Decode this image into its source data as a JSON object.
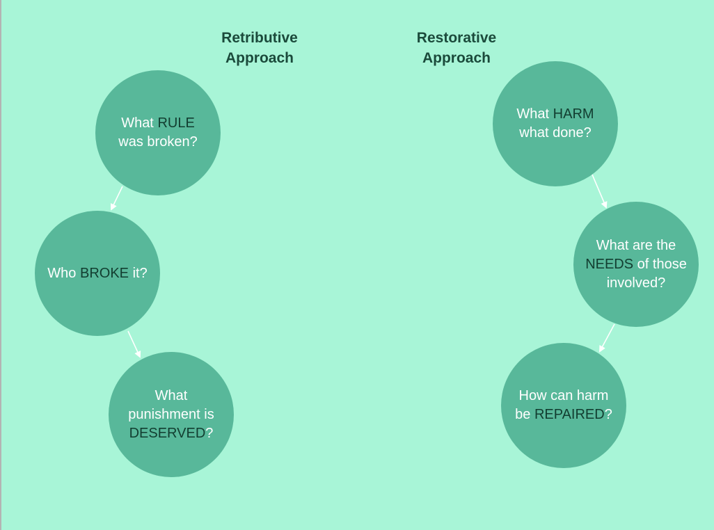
{
  "headings": {
    "retributive_line1": "Retributive",
    "retributive_line2": "Approach",
    "restorative_line1": "Restorative",
    "restorative_line2": "Approach"
  },
  "retributive": {
    "rule": {
      "line1_a": "What ",
      "line1_em": "RULE",
      "line2": "was broken?"
    },
    "broke": {
      "part_a": "Who ",
      "part_em": "BROKE",
      "part_b": " it?"
    },
    "deserved": {
      "line1": "What",
      "line2": "punishment is",
      "line3_em": "DESERVED",
      "line3_b": "?"
    }
  },
  "restorative": {
    "harm": {
      "line1_a": "What ",
      "line1_em": "HARM",
      "line2": "what done?"
    },
    "needs": {
      "line1": "What are the",
      "line2_em": "NEEDS",
      "line2_b": " of those",
      "line3": "involved?"
    },
    "repaired": {
      "line1": "How can harm",
      "line2_a": "be ",
      "line2_em": "REPAIRED",
      "line2_b": "?"
    }
  },
  "colors": {
    "background": "#a8f5d7",
    "circle": "#58b89a",
    "circle_text": "#ffffff",
    "emphasis_text": "#123d30",
    "heading_text": "#1b4a3b",
    "arrow": "#ffffff"
  }
}
